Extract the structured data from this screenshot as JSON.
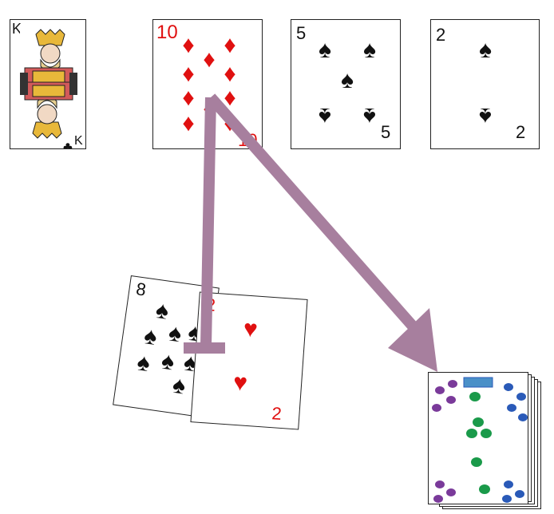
{
  "colors": {
    "arrow": "#a77f9e",
    "red": "#e01010",
    "black": "#111111",
    "pip_green": "#1a9a4a",
    "pip_purple": "#7a3a9a",
    "pip_blue": "#2a5ab8"
  },
  "top_row": [
    {
      "rank": "K",
      "suit": "clubs",
      "suit_glyph": "♣",
      "color": "black",
      "face": true
    },
    {
      "rank": "10",
      "suit": "diamonds",
      "suit_glyph": "♦",
      "color": "red"
    },
    {
      "rank": "5",
      "suit": "spades",
      "suit_glyph": "♠",
      "color": "black"
    },
    {
      "rank": "2",
      "suit": "spades",
      "suit_glyph": "♠",
      "color": "black"
    }
  ],
  "tableau": [
    {
      "rank": "8",
      "suit": "spades",
      "suit_glyph": "♠",
      "color": "black"
    },
    {
      "rank": "2",
      "suit": "hearts",
      "suit_glyph": "♥",
      "color": "red"
    }
  ],
  "deck": {
    "state": "face-down",
    "icons": [
      "turtle-icon",
      "bug-icon"
    ]
  },
  "arrows": [
    {
      "from": "ten-of-diamonds",
      "to": "tableau",
      "type": "bent-t"
    },
    {
      "from": "ten-of-diamonds",
      "to": "deck",
      "type": "arrowhead"
    }
  ]
}
